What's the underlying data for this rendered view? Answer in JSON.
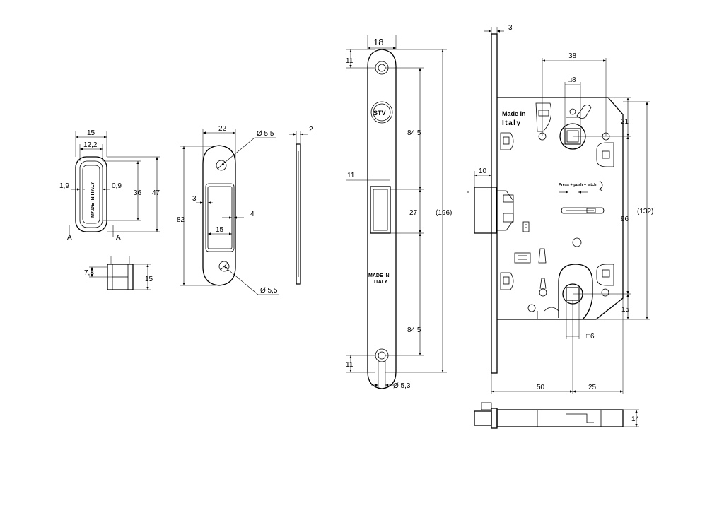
{
  "drawing": {
    "markings": {
      "made_in_italy_rotated": "MADE IN ITALY",
      "made_in_l1": "MADE IN",
      "made_in_l2": "ITALY",
      "lock_made_in": "Made In",
      "lock_italy": "Italy",
      "press_latch": "Press + push + latch",
      "logo": "STV"
    },
    "section_label": "A",
    "strike_box": {
      "width_outer": "15",
      "width_inner": "12,2",
      "left_wall": "1,9",
      "right_wall": "0,9",
      "inner_height": "36",
      "total_height": "47",
      "side_depth_top": "7,8",
      "side_depth": "15"
    },
    "strike_plate": {
      "width": "22",
      "hole_top": "Ø 5,5",
      "hole_bottom": "Ø 5,5",
      "thickness": "2",
      "height": "82",
      "left_offset": "3",
      "slot_width": "15",
      "slot_offset": "4"
    },
    "faceplate": {
      "width": "18",
      "top_hole_offset": "11",
      "latch_offset": "11",
      "upper_height": "84,5",
      "latch_height": "27",
      "total_height": "(196)",
      "lower_height": "84,5",
      "bottom_hole_offset": "11",
      "hole_dia": "Ø 5,3"
    },
    "lock_body": {
      "plate_thickness": "3",
      "spindle_distance": "38",
      "spindle_square": "□8",
      "top_offset": "21",
      "latch_projection": "10",
      "body_height": "96",
      "case_height": "(132)",
      "bottom_offset": "15",
      "cylinder_square": "□6",
      "backset": "50",
      "backset_to_edge": "25",
      "body_thickness": "14"
    }
  }
}
